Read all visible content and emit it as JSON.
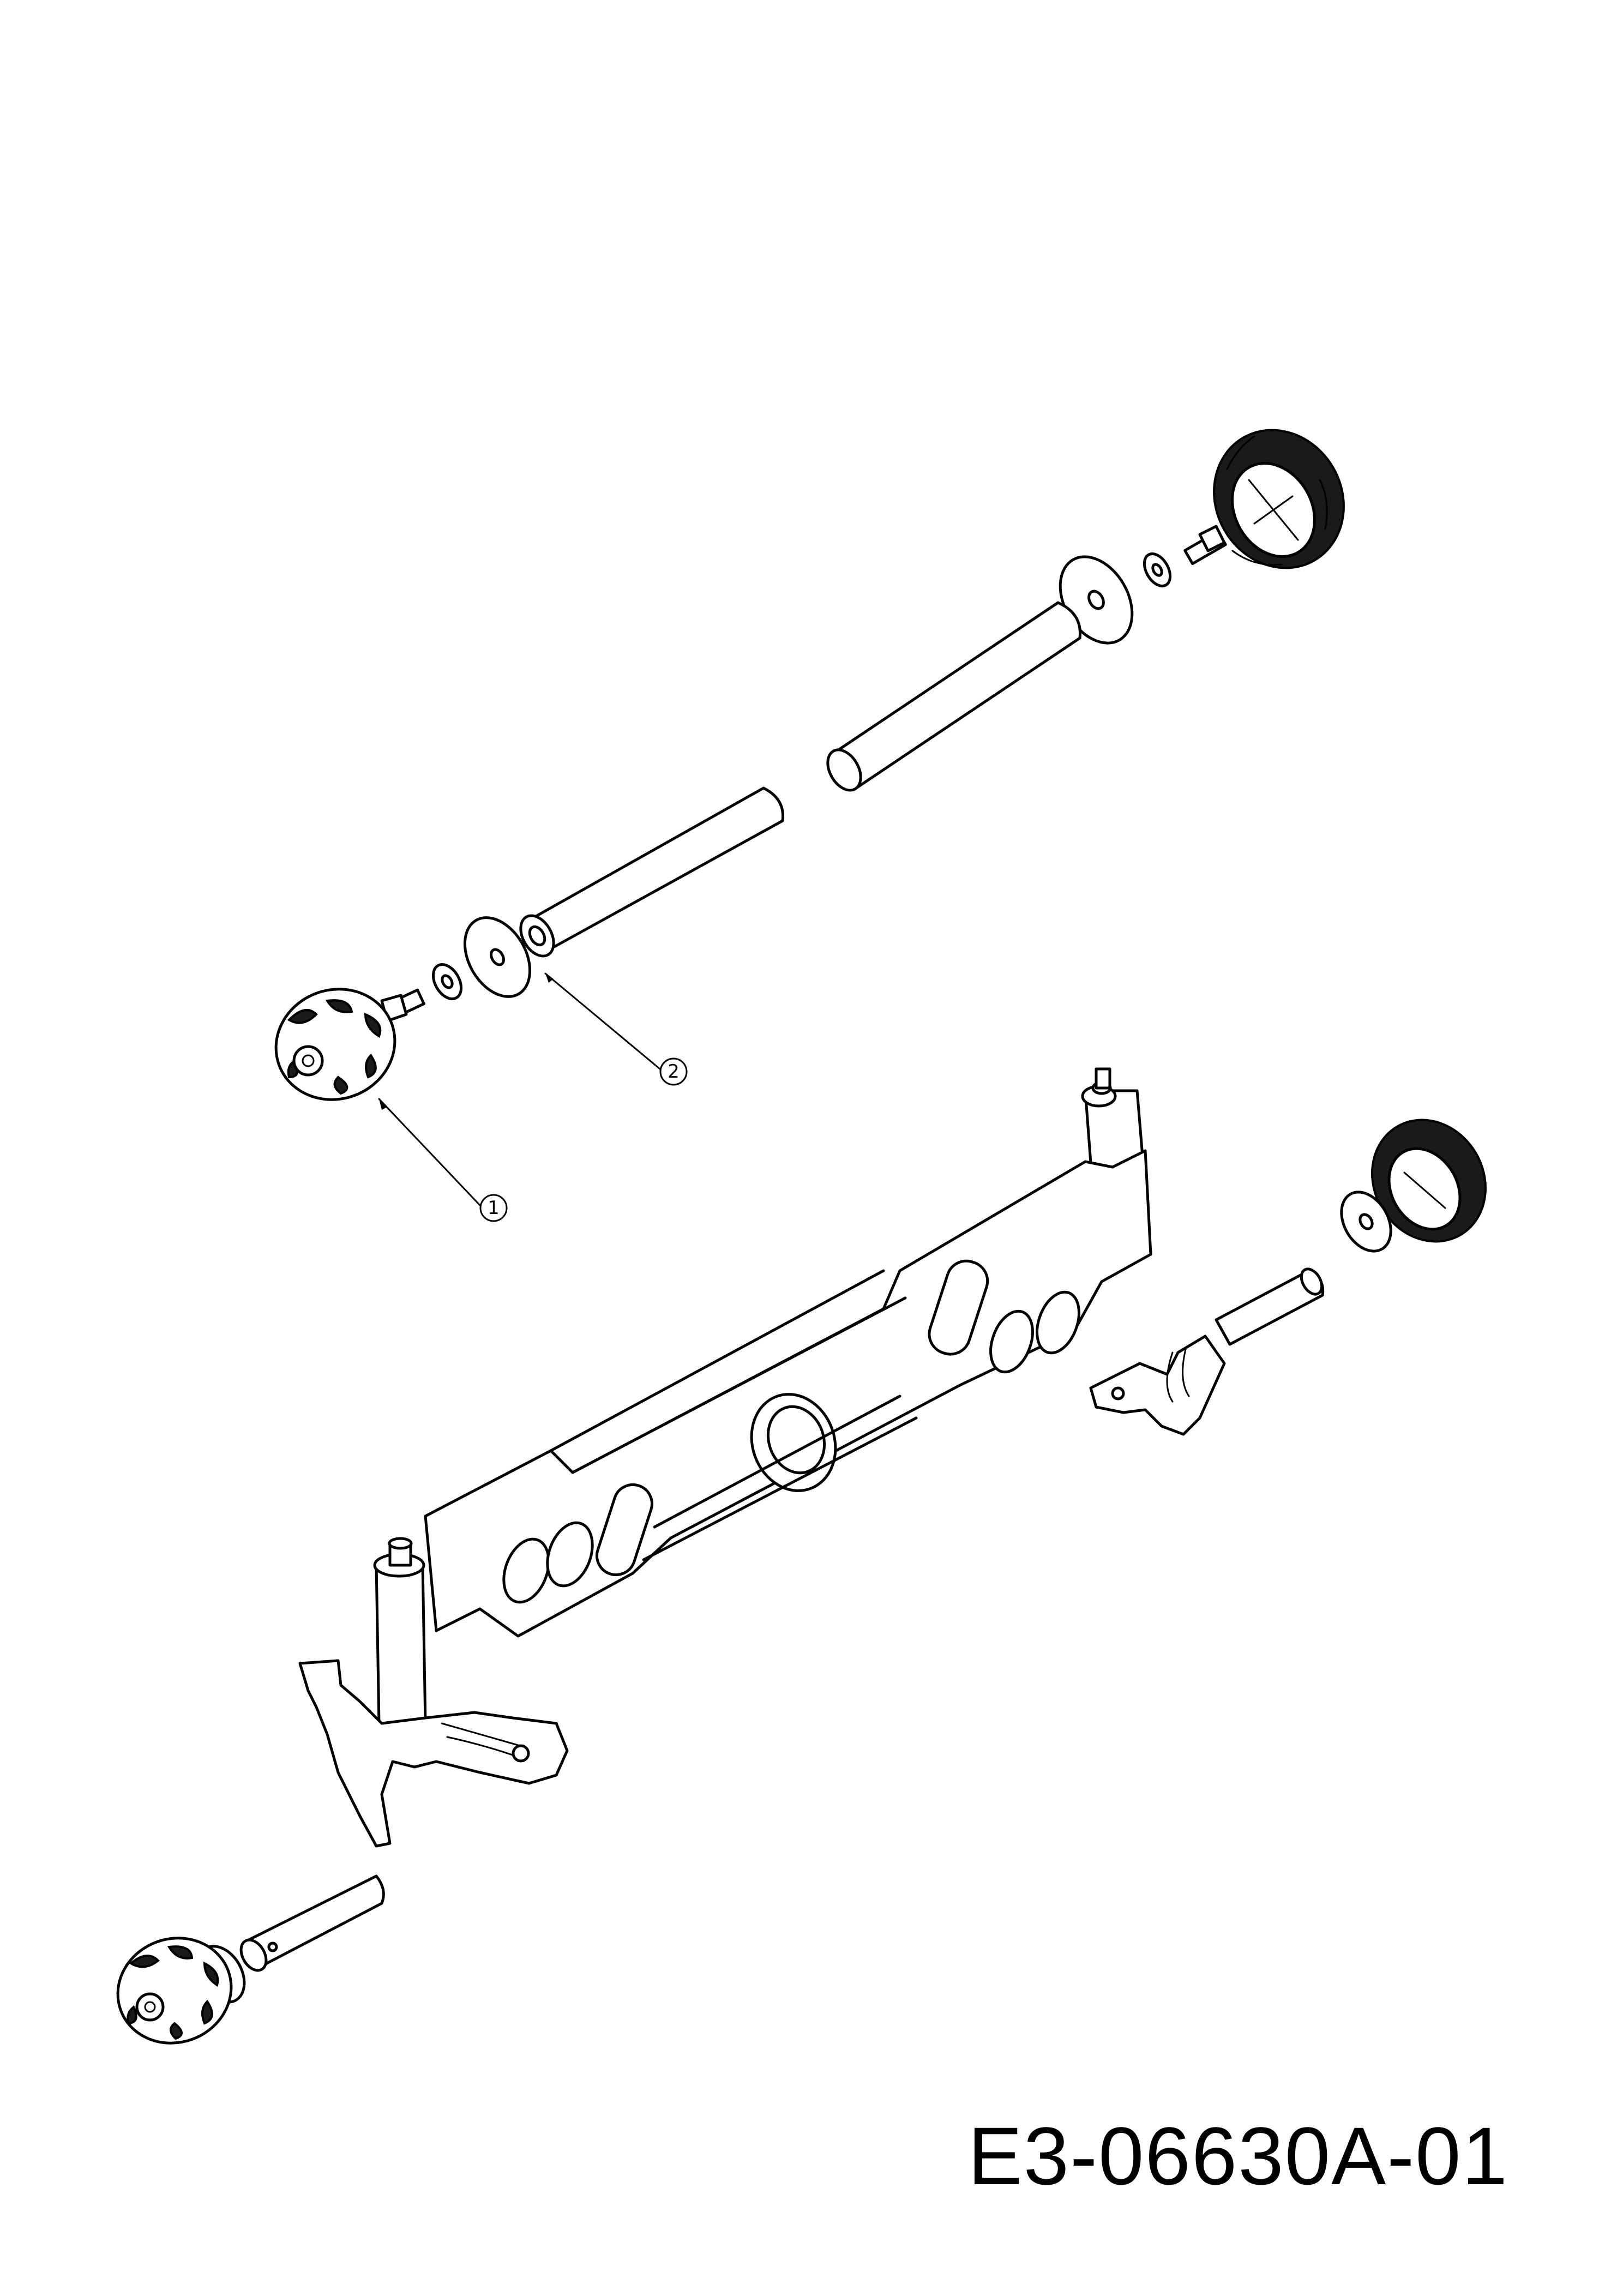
{
  "callouts": [
    {
      "label": "1",
      "part": "wheel-knob-left"
    },
    {
      "label": "2",
      "part": "large-washer"
    }
  ],
  "drawing_number": "E3-06630A-01"
}
